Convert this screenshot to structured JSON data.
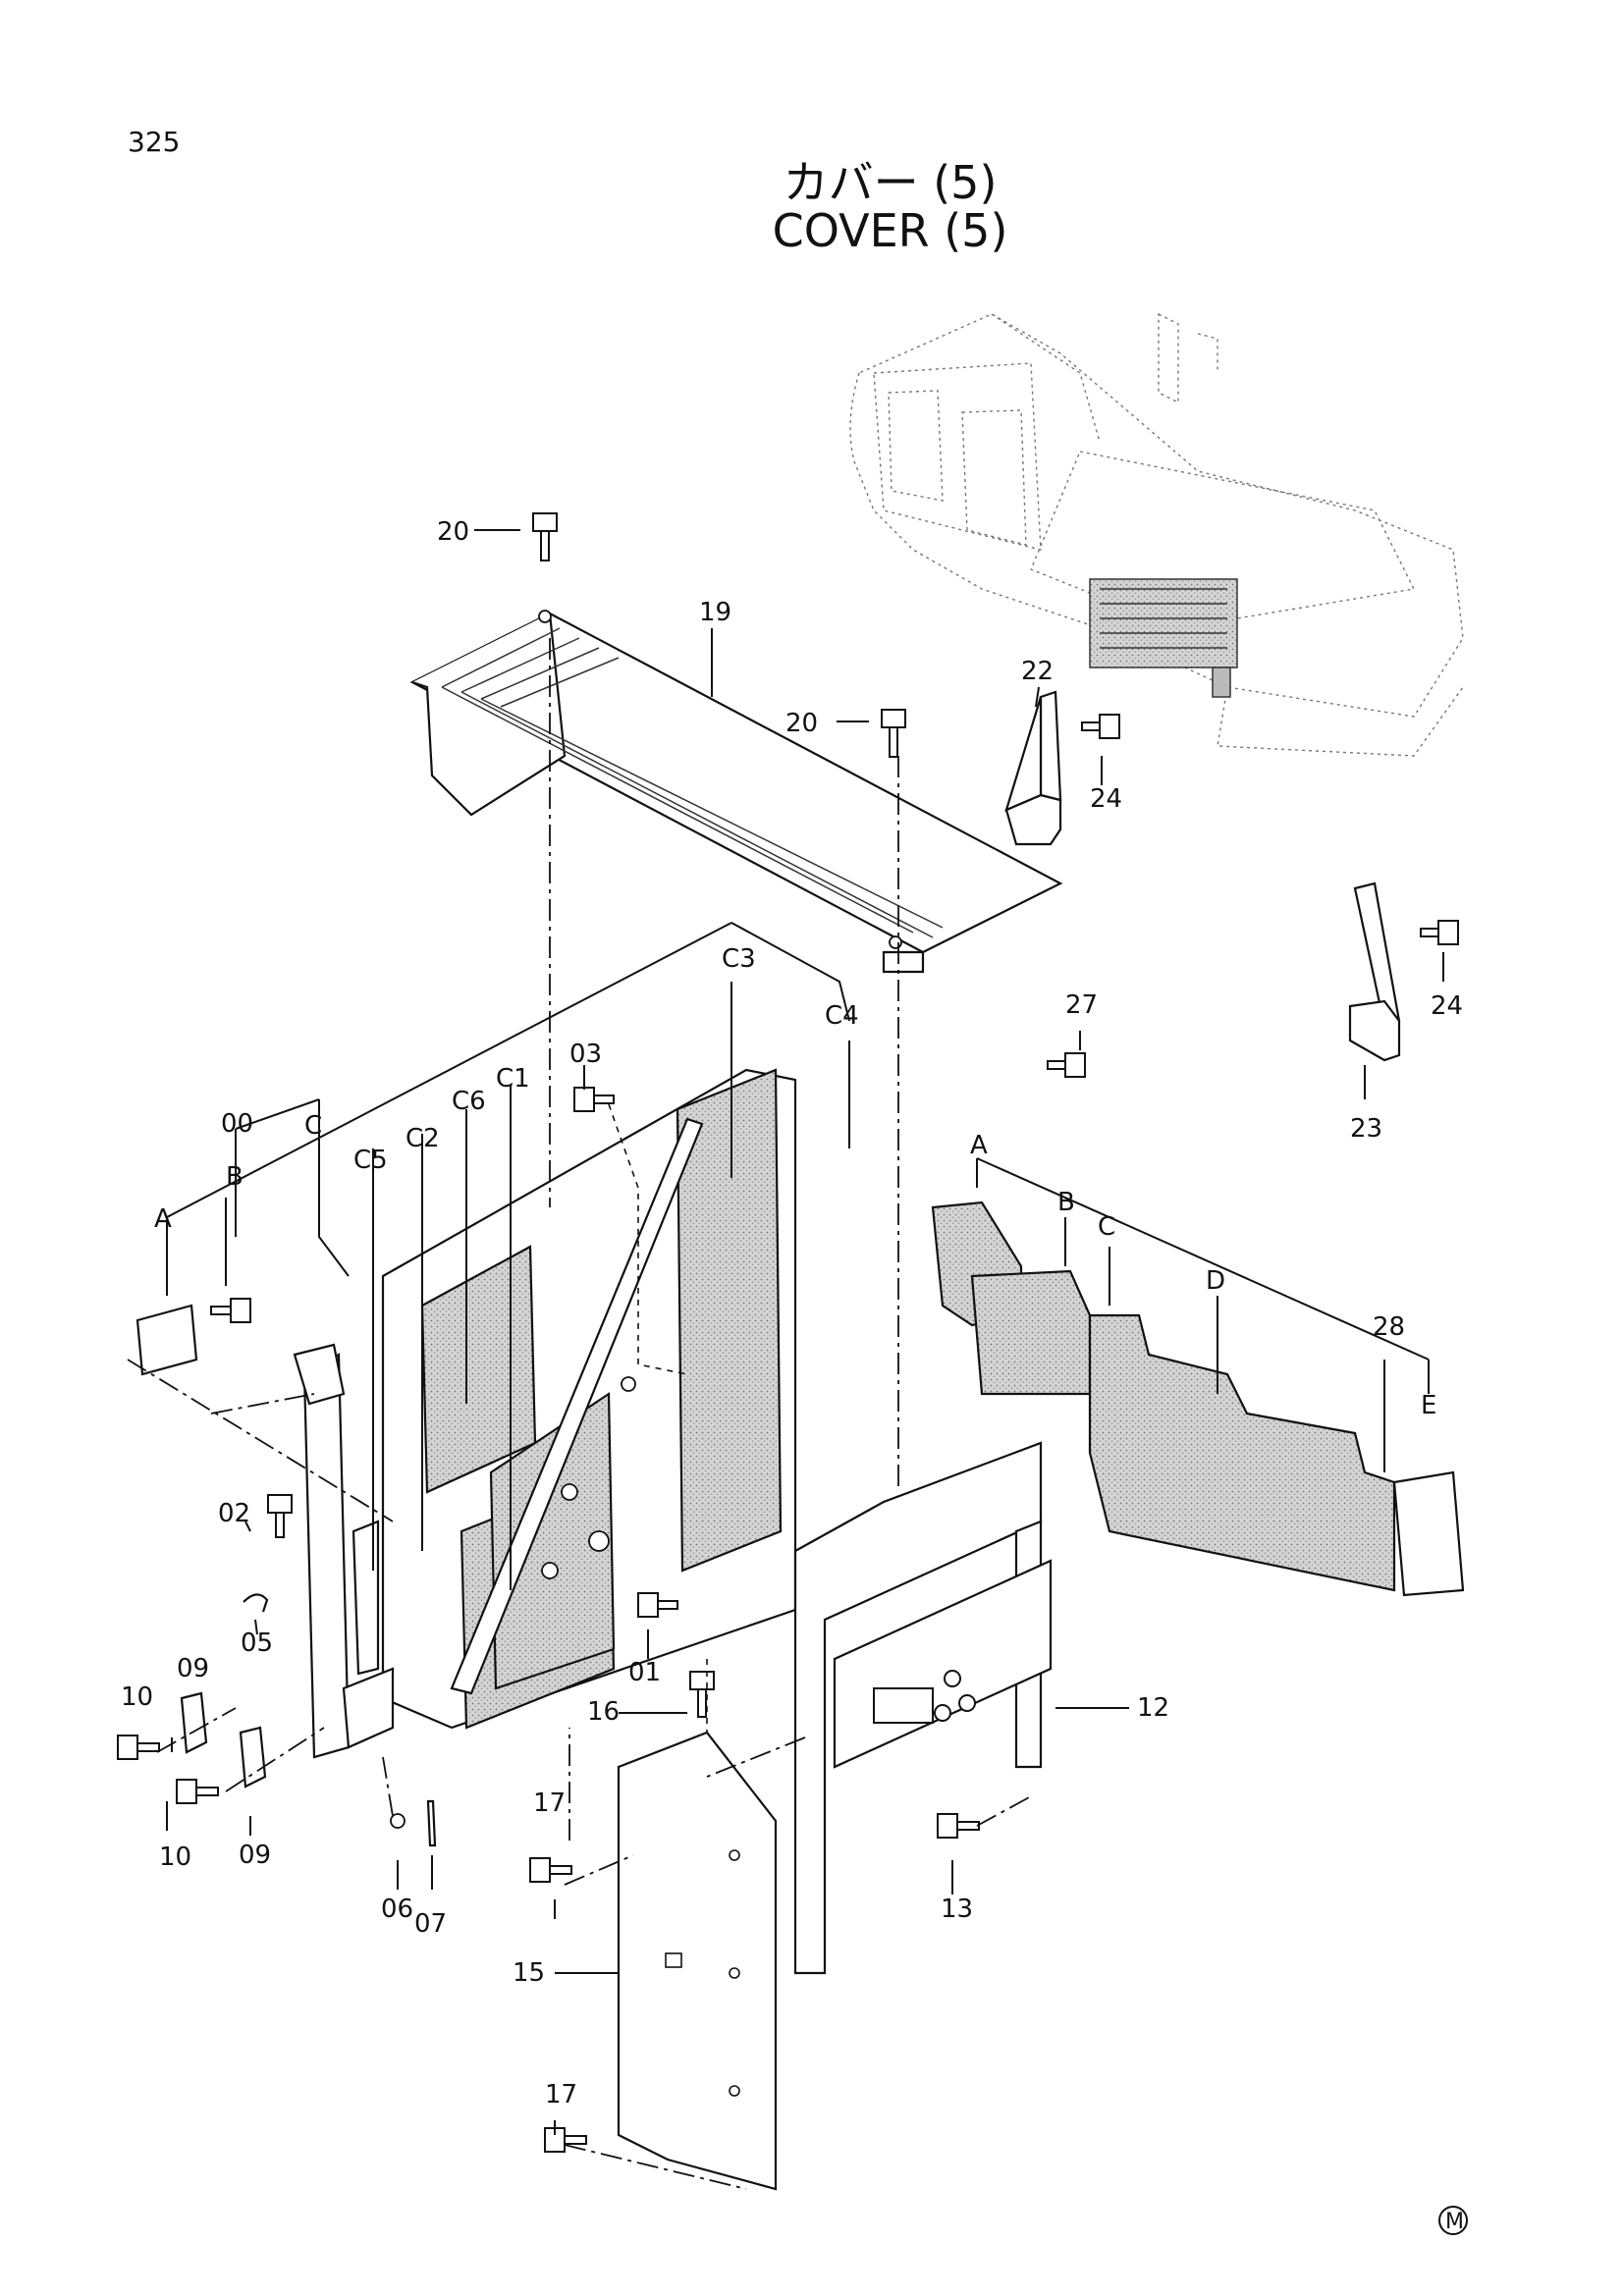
{
  "page_number": "325",
  "title_jp": "カバー (5)",
  "title_en": "COVER (5)",
  "callouts": {
    "c20a": "20",
    "c19": "19",
    "c20b": "20",
    "c22": "22",
    "c24a": "24",
    "c24b": "24",
    "c27": "27",
    "c23": "23",
    "c3": "C3",
    "c4": "C4",
    "c03": "03",
    "c6": "C6",
    "c1": "C1",
    "c00": "00",
    "cB_left": "B",
    "cC_left": "C",
    "c5": "C5",
    "c2": "C2",
    "cA_left": "A",
    "cA_right": "A",
    "cB_right": "B",
    "cC_right": "C",
    "cD_right": "D",
    "c28": "28",
    "cE_right": "E",
    "c02": "02",
    "c05": "05",
    "c09a": "09",
    "c10a": "10",
    "c10b": "10",
    "c09b": "09",
    "c06": "06",
    "c07": "07",
    "c01": "01",
    "c16": "16",
    "c12": "12",
    "c17a": "17",
    "c13": "13",
    "c15": "15",
    "c17b": "17"
  },
  "maker_mark": "M",
  "icons": [
    "machine-overview-icon",
    "bolt-icon",
    "cover-panel-icon",
    "bracket-icon"
  ]
}
